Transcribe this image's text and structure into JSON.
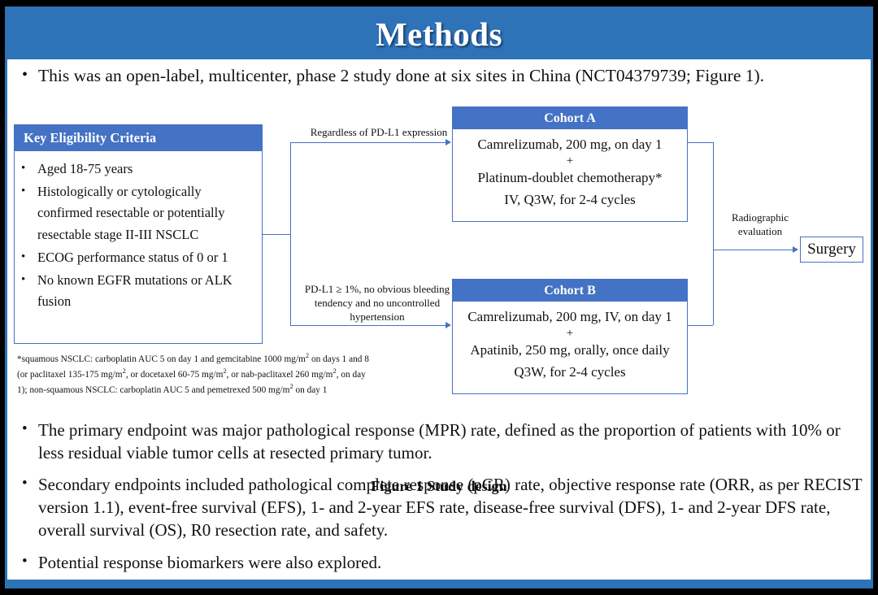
{
  "slide": {
    "title": "Methods",
    "header_color": "#2E72B8",
    "box_accent_color": "#4472C4"
  },
  "intro": {
    "bullet": "•",
    "text": "This was an open-label, multicenter, phase 2 study done at six sites in China (NCT04379739; Figure 1)."
  },
  "figure": {
    "caption": "Figure 1 Study design",
    "eligibility": {
      "header": "Key  Eligibility Criteria",
      "bullet": "•",
      "items": [
        "Aged 18-75 years",
        "Histologically or cytologically confirmed resectable or potentially resectable stage II-III  NSCLC",
        "ECOG performance status of 0 or 1",
        "No known EGFR mutations or ALK fusion"
      ]
    },
    "footnote": {
      "line1_a": "*squamous NSCLC: carboplatin AUC 5 on day 1 and gemcitabine 1000 mg/m",
      "line1_sup": "2",
      "line1_b": " on days 1 and 8 (or paclitaxel 135-175  mg/m",
      "line2_sup": "2",
      "line2_b": ", or docetaxel 60-75 mg/m",
      "line3_sup": "2",
      "line3_b": ", or nab-paclitaxel 260 mg/m",
      "line4_sup": "2",
      "line4_b": ", on day 1); non-squamous NSCLC: carboplatin AUC 5 and pemetrexed 500 mg/m",
      "line5_sup": "2",
      "line5_b": " on day 1"
    },
    "connectors": {
      "regardless_label": "Regardless  of PD-L1 expression",
      "pdl1_label": "PD-L1 ≥ 1%, no obvious bleeding tendency and no uncontrolled  hypertension",
      "radiographic_label": "Radiographic evaluation"
    },
    "cohort_a": {
      "header": "Cohort A",
      "line1": "Camrelizumab, 200 mg, on day 1",
      "plus": "+",
      "line2": "Platinum-doublet chemotherapy*",
      "line3": "IV, Q3W, for 2-4 cycles"
    },
    "cohort_b": {
      "header": "Cohort B",
      "line1": "Camrelizumab, 200 mg, IV, on day 1",
      "plus": "+",
      "line2": "Apatinib, 250 mg, orally, once daily",
      "line3": "Q3W, for 2-4 cycles"
    },
    "surgery": {
      "label": "Surgery"
    }
  },
  "endpoints": {
    "bullet": "•",
    "items": [
      "The primary endpoint was major pathological response (MPR) rate, defined as the proportion of patients with 10% or less residual viable tumor cells at resected primary tumor.",
      "Secondary endpoints included pathological complete response (pCR) rate, objective response rate (ORR, as per RECIST version 1.1), event-free survival (EFS), 1- and 2-year EFS rate, disease-free survival (DFS), 1- and 2-year DFS rate, overall survival (OS), R0 resection rate, and safety.",
      "Potential response biomarkers were also explored."
    ]
  }
}
